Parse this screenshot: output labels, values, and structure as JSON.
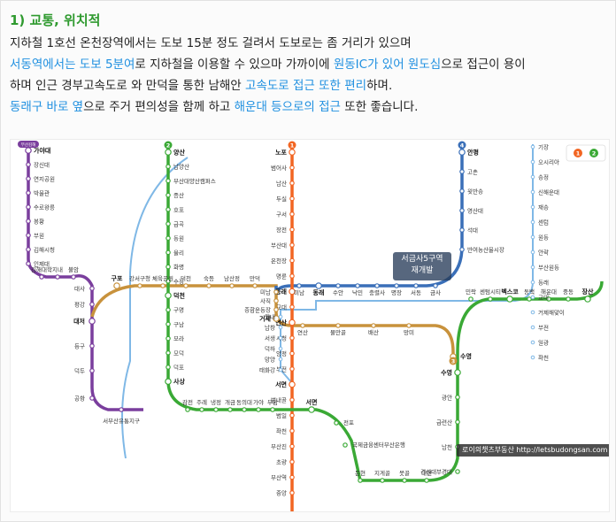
{
  "heading": "1) 교통, 위치적",
  "lines": [
    [
      {
        "t": "지하철 1호선 온천장역에서는 도보 15분 정도 걸려서 도보로는 좀 거리가 있으며",
        "hl": false
      }
    ],
    [
      {
        "t": "서동역에서는 도보 5분여",
        "hl": true
      },
      {
        "t": "로 지하철을 이용할 수 있으마 가까이에 ",
        "hl": false
      },
      {
        "t": "원동IC가 있어 원도심",
        "hl": true
      },
      {
        "t": "으로 접근이 용이",
        "hl": false
      }
    ],
    [
      {
        "t": "하며 인근 경부고속도로 와 만덕을 통한 남해안 ",
        "hl": false
      },
      {
        "t": "고속도로 접근 또한 편리",
        "hl": true
      },
      {
        "t": "하며.",
        "hl": false
      }
    ],
    [
      {
        "t": "동래구 바로 옆",
        "hl": true
      },
      {
        "t": "으로 주거 편의성을 함께 하고 ",
        "hl": false
      },
      {
        "t": "해운대 등으로의 접근",
        "hl": true
      },
      {
        "t": " 또한 좋습니다.",
        "hl": false
      }
    ]
  ],
  "map": {
    "colors": {
      "line1": "#f26522",
      "line2": "#3aa935",
      "line3": "#c8923c",
      "line4": "#3a6fb8",
      "busan_gimhae": "#7a3e9d",
      "donghae": "#7fb8e6"
    },
    "line_badges": [
      "1",
      "2",
      "3",
      "4",
      "부산김해"
    ],
    "legend_badges": [
      "1",
      "2"
    ],
    "callout": [
      "서금사5구역",
      "재개발"
    ],
    "watermark": "로이의챗츠부동산 http://letsbudongsan.com",
    "stations": {
      "purple": [
        "가야대",
        "장신대",
        "연지공원",
        "박물관",
        "수로왕릉",
        "봉황",
        "부원",
        "김해시청",
        "인제대",
        "김해대학",
        "지내",
        "불암",
        "대사",
        "평강",
        "대저",
        "등구",
        "덕두",
        "공항",
        "서부산유통지구"
      ],
      "green_vertical": [
        "양산",
        "남양산",
        "부산대양산캠퍼스",
        "증산",
        "호포",
        "금곡",
        "동원",
        "율리",
        "화명",
        "수정",
        "덕천",
        "구명",
        "구남",
        "모라",
        "모덕",
        "덕포",
        "사상"
      ],
      "green_bottom": [
        "감전",
        "주례",
        "냉정",
        "개금",
        "동의대",
        "가야",
        "부암",
        "서면",
        "전포",
        "국제금융센터부산은행",
        "문현",
        "지게골",
        "못골",
        "대연",
        "경성대부경대",
        "남천",
        "금련산",
        "광안",
        "수영"
      ],
      "green_east": [
        "민락",
        "센텀시티",
        "벡스코",
        "동백",
        "해운대",
        "중동",
        "장산"
      ],
      "orange": [
        "노포",
        "범어사",
        "남산",
        "두실",
        "구서",
        "장전",
        "부산대",
        "온천장",
        "명륜",
        "동래",
        "교대",
        "연산",
        "시청",
        "양정",
        "부전",
        "서면",
        "범내골",
        "범일",
        "좌천",
        "부산진",
        "초량",
        "부산역",
        "중앙"
      ],
      "brown": [
        "구포",
        "강서구청",
        "체육공원",
        "덕천",
        "숙등",
        "남산정",
        "만덕",
        "미남",
        "사직",
        "종합운동장",
        "거제",
        "연산",
        "물만골",
        "배산",
        "망미",
        "수영"
      ],
      "blue": [
        "안평",
        "고촌",
        "윗반송",
        "영산대",
        "석대",
        "반여농산물시장",
        "금사",
        "서동",
        "명장",
        "충렬사",
        "낙민",
        "수안",
        "동래",
        "미남"
      ],
      "east_line": [
        "기장",
        "오시리아",
        "송정",
        "신해운대",
        "재송",
        "센텀",
        "원동",
        "안락",
        "부산원동",
        "동래",
        "교대",
        "거제해맞이",
        "부전",
        "일광",
        "좌천",
        "월내",
        "남창",
        "서생",
        "덕하",
        "망양",
        "태화강"
      ]
    }
  }
}
